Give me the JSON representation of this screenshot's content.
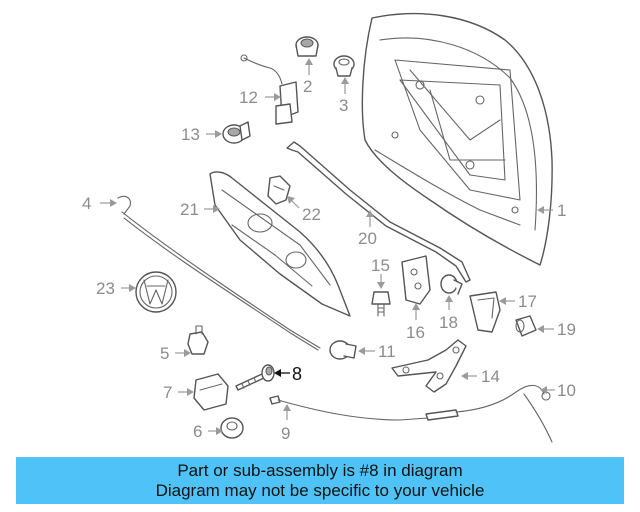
{
  "callouts": [
    "1",
    "2",
    "3",
    "4",
    "5",
    "6",
    "7",
    "8",
    "9",
    "10",
    "11",
    "12",
    "13",
    "14",
    "15",
    "16",
    "17",
    "18",
    "19",
    "20",
    "21",
    "22",
    "23"
  ],
  "highlighted_callout": "8",
  "banner": {
    "line1": "Part or sub-assembly is #8 in diagram",
    "line2": "Diagram may not be specific to your vehicle",
    "color": "#4fc3f7"
  }
}
